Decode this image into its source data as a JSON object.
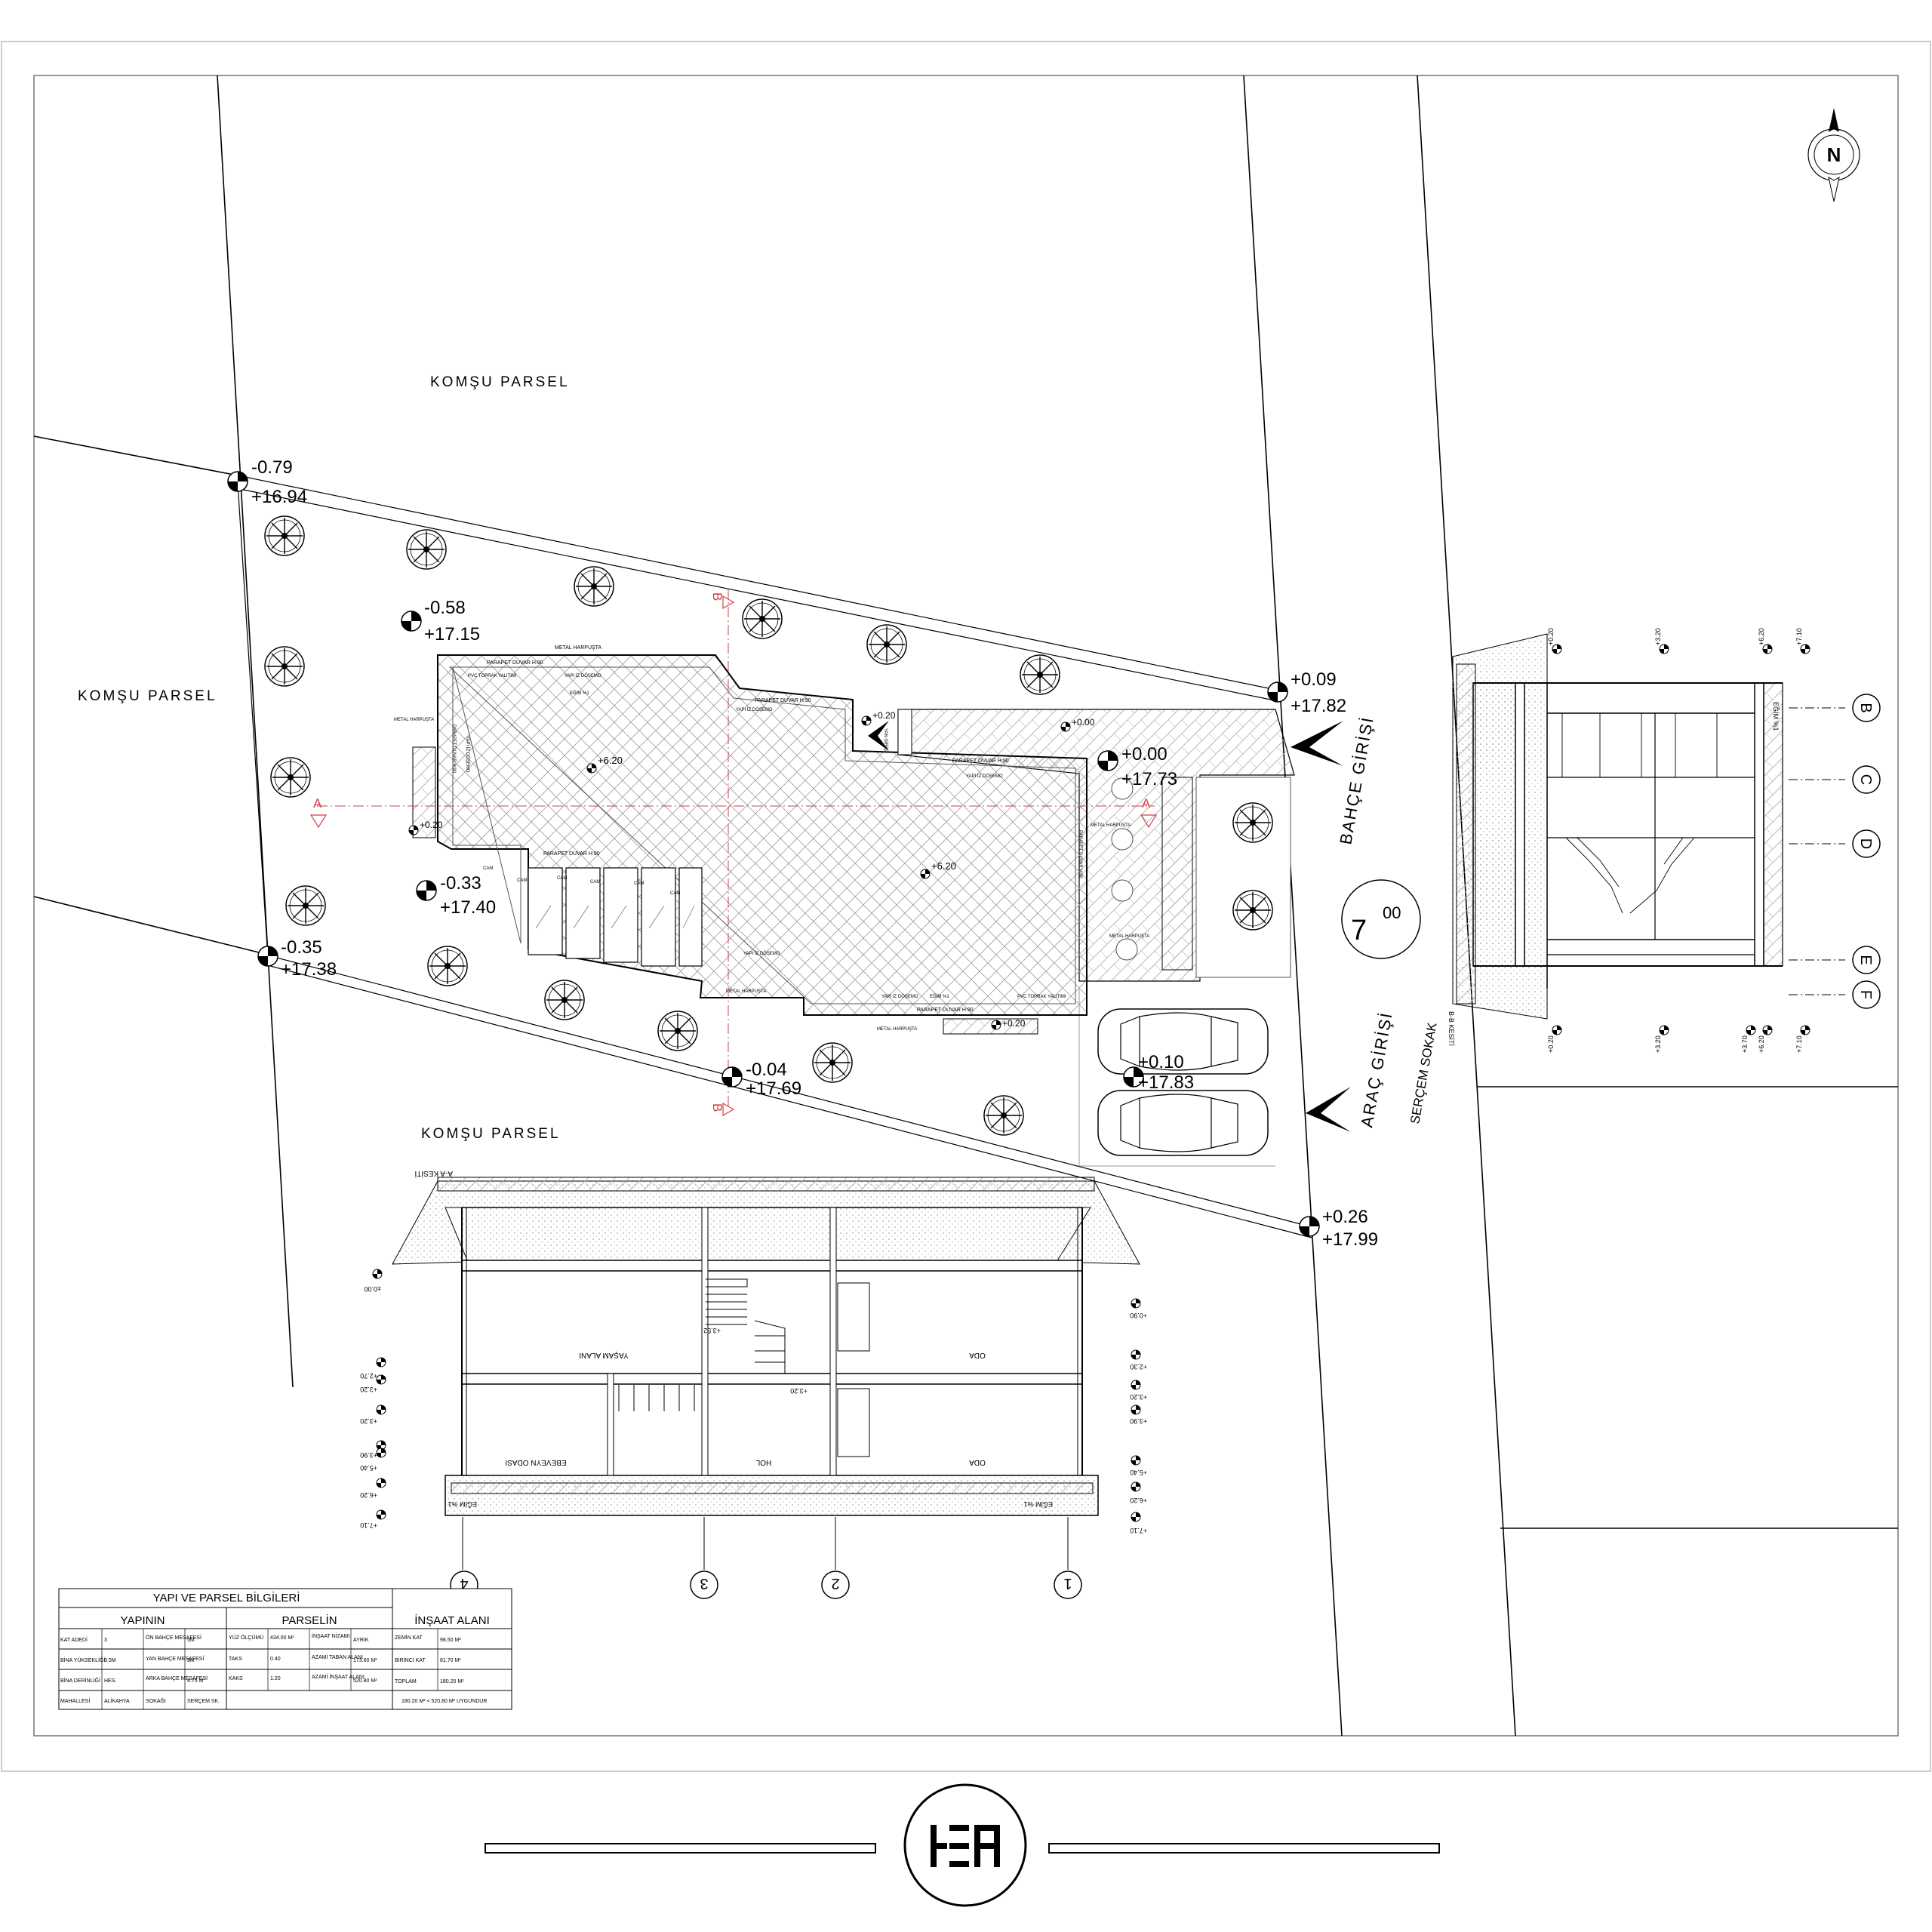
{
  "labels": {
    "neighbor_parcel": "KOMŞU PARSEL",
    "garden_entrance": "BAHÇE GİRİŞİ",
    "vehicle_entrance": "ARAÇ GİRİŞİ",
    "street_name": "SERÇEM  SOKAK",
    "road_width": "7",
    "road_width_sup": "00",
    "section_a": "A",
    "section_b": "B",
    "section_aa_title": "A-A KESİTİ",
    "section_bb_title": "B-B KESİTİ",
    "north": "N"
  },
  "roof_notes": {
    "parapet_h90": "PARAPET DUVAR H:90",
    "metal_harpusta": "METAL HARPUŞTA",
    "yapi_iz_dosemo": "YAPI İZ DÖŞEMO",
    "pvc_tuzluk": "PVC TOPRAK YALITIMI",
    "egim_1": "EĞİM %1",
    "cam": "CAM",
    "yan_giris": "YAN GİRİŞ"
  },
  "roof_levels": [
    "+6.20",
    "+6.20",
    "+0.20",
    "+0.20",
    "+0.20",
    "+0.00"
  ],
  "elevation_points": [
    {
      "rel": "-0.79",
      "abs": "+16.94"
    },
    {
      "rel": "-0.58",
      "abs": "+17.15"
    },
    {
      "rel": "+0.09",
      "abs": "+17.82"
    },
    {
      "rel": "+0.00",
      "abs": "+17.73"
    },
    {
      "rel": "-0.33",
      "abs": "+17.40"
    },
    {
      "rel": "-0.35",
      "abs": "+17.38"
    },
    {
      "rel": "-0.04",
      "abs": "+17.69"
    },
    {
      "rel": "+0.10",
      "abs": "+17.83"
    },
    {
      "rel": "+0.26",
      "abs": "+17.99"
    }
  ],
  "section_aa": {
    "rooms": [
      "YAŞAM ALANI",
      "ODA",
      "EBEVEYN ODASI",
      "HOL",
      "ODA"
    ],
    "axes": [
      "4",
      "3",
      "2",
      "1"
    ],
    "slope_left": "EĞİM %1",
    "slope_right": "EĞİM %1",
    "levels_left": [
      "±0.00",
      "+2.70",
      "+3.20",
      "+3.20",
      "+3.90",
      "+5.40",
      "+6.20",
      "+7.10"
    ],
    "levels_right": [
      "+0.90",
      "+2.30",
      "+3.20",
      "+3.90",
      "+5.40",
      "+6.20",
      "+7.10"
    ],
    "stair_levels": [
      "+3.52",
      "+3.20"
    ]
  },
  "section_bb": {
    "axes": [
      "B",
      "C",
      "D",
      "E",
      "F"
    ],
    "levels_top": [
      "+0.20",
      "+3.20",
      "+6.20",
      "+7.10"
    ],
    "levels_bottom": [
      "+0.20",
      "+3.20",
      "+3.70",
      "+6.20",
      "+7.10"
    ],
    "slope": "EĞİM %1"
  },
  "info_table": {
    "title": "YAPI VE PARSEL  BİLGİLERİ",
    "headers": [
      "YAPININ",
      "PARSELİN",
      "İNŞAAT ALANI"
    ],
    "rows": [
      [
        "KAT ADEDİ",
        "3",
        "ÖN BAHÇE MESAFESİ",
        "5M",
        "YÜZ ÖLÇÜMÜ",
        "434.00 M²",
        "İNŞAAT NİZAMI",
        "AYRIK",
        "ZEMİN KAT",
        "98.50 M²"
      ],
      [
        "BİNA YÜKSEKLİĞİ",
        "9.5M",
        "YAN BAHÇE MESAFESİ",
        "3M",
        "TAKS",
        "0.40",
        "AZAMİ TABAN ALANI",
        "173.60 M²",
        "BİRİNCİ KAT",
        "81.70 M²"
      ],
      [
        "BİNA DERİNLİĞİ",
        "HES.",
        "ARKA BAHÇE MESAFESİ",
        "4.75 M",
        "KAKS",
        "1.20",
        "AZAMİ İNŞAAT ALANI",
        "520.80 M²",
        "TOPLAM",
        "180.20 M²"
      ],
      [
        "MAHALLESİ",
        "ALİKAHYA",
        "SOKAĞI",
        "SERÇEM SK.",
        "",
        "",
        "",
        "",
        "180.20 M² < 520.80 M² UYGUNDUR",
        ""
      ]
    ]
  },
  "logo": {
    "text": "HEA"
  }
}
